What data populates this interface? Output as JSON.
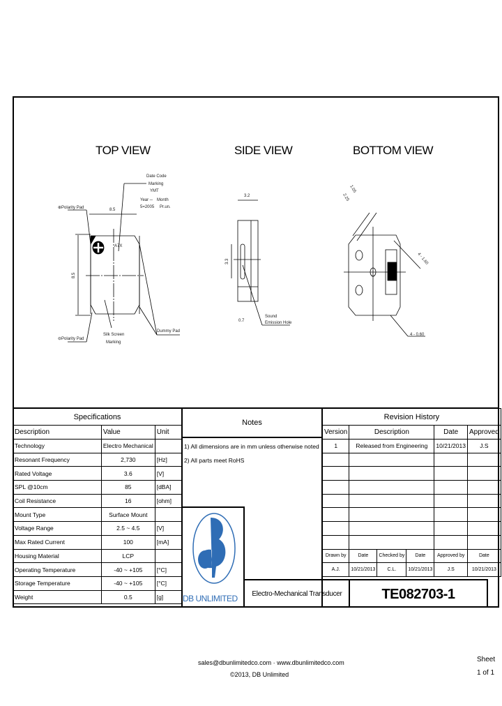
{
  "views": {
    "top": "TOP VIEW",
    "side": "SIDE VIEW",
    "bottom": "BOTTOM VIEW"
  },
  "top_view": {
    "date_code": "Date Code",
    "marking": "Marking",
    "yymm": "YMT",
    "year": "Year ─",
    "year_ex": "5=2005",
    "month": "Month",
    "month2": "Pr.un.",
    "width": "8.5",
    "height": "8.5",
    "center": "A7X",
    "polarity_top": "⊕Polarity Pad",
    "polarity_bottom": "⊖Polarity Pad",
    "silk1": "Silk Screen",
    "silk2": "Marking",
    "dummy": "Dummy Pad"
  },
  "side_view": {
    "thickness": "3.2",
    "hole_len": "3.3",
    "offset": "0.7",
    "sound1": "Sound",
    "sound2": "Emission Hole"
  },
  "bottom_view": {
    "d1": "1.05",
    "d2": "2.25",
    "d3": "4 - 1.60",
    "d4": "4 - 0.60"
  },
  "specs": {
    "title": "Specifications",
    "headers": [
      "Description",
      "Value",
      "Unit"
    ],
    "rows": [
      [
        "Technology",
        "Electro Mechanical",
        ""
      ],
      [
        "Resonant Frequency",
        "2,730",
        "[Hz]"
      ],
      [
        "Rated Voltage",
        "3.6",
        "[V]"
      ],
      [
        "SPL @10cm",
        "85",
        "[dBA]"
      ],
      [
        "Coil Resistance",
        "16",
        "[ohm]"
      ],
      [
        "Mount Type",
        "Surface Mount",
        ""
      ],
      [
        "Voltage Range",
        "2.5 ~ 4.5",
        "[V]"
      ],
      [
        "Max Rated Current",
        "100",
        "[mA]"
      ],
      [
        "Housing Material",
        "LCP",
        ""
      ],
      [
        "Operating Temperature",
        "-40 ~ +105",
        "[°C]"
      ],
      [
        "Storage Temperature",
        "-40 ~ +105",
        "[°C]"
      ],
      [
        "Weight",
        "0.5",
        "[g]"
      ]
    ]
  },
  "notes": {
    "title": "Notes",
    "items": [
      "1) All dimensions are in mm unless otherwise noted",
      "2) All parts meet RoHS"
    ]
  },
  "logo": {
    "text": "DB UNLIMITED",
    "color": "#2f6db5"
  },
  "product": "Electro-Mechanical Transducer",
  "part_number": "TE082703-1",
  "revision": {
    "title": "Revision History",
    "headers": [
      "Version",
      "Description",
      "Date",
      "Approved"
    ],
    "rows": [
      [
        "1",
        "Released from Engineering",
        "10/21/2013",
        "J.S"
      ],
      [
        "",
        "",
        "",
        ""
      ],
      [
        "",
        "",
        "",
        ""
      ],
      [
        "",
        "",
        "",
        ""
      ],
      [
        "",
        "",
        "",
        ""
      ],
      [
        "",
        "",
        "",
        ""
      ],
      [
        "",
        "",
        "",
        ""
      ],
      [
        "",
        "",
        "",
        ""
      ]
    ]
  },
  "signoff": {
    "headers": [
      "Drawn by",
      "Date",
      "Checked by",
      "Date",
      "Approved by",
      "Date"
    ],
    "values": [
      "A.J.",
      "10/21/2013",
      "C.L.",
      "10/21/2013",
      "J.S",
      "10/21/2013"
    ]
  },
  "footer": {
    "contact": "sales@dbunlimitedco.com · www.dbunlimitedco.com",
    "copyright": "©2013, DB Unlimited",
    "sheet": "Sheet",
    "sheet_num": "1 of 1"
  }
}
